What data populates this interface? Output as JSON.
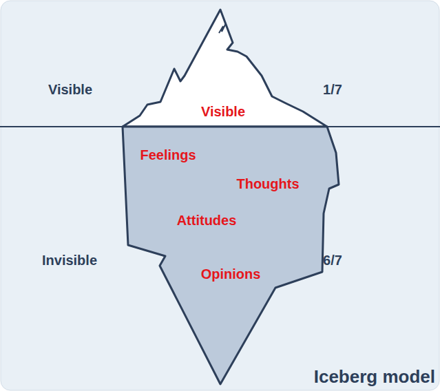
{
  "diagram": {
    "caption": "Iceberg model",
    "nodes": [
      {
        "text": [
          "Visible"
        ]
      },
      {
        "text": [
          "Feelings",
          "Thoughts",
          "Attitudes",
          "Opinions"
        ]
      }
    ],
    "labels": [
      "Visible",
      "1/7",
      "Invisible",
      "6/7"
    ]
  }
}
